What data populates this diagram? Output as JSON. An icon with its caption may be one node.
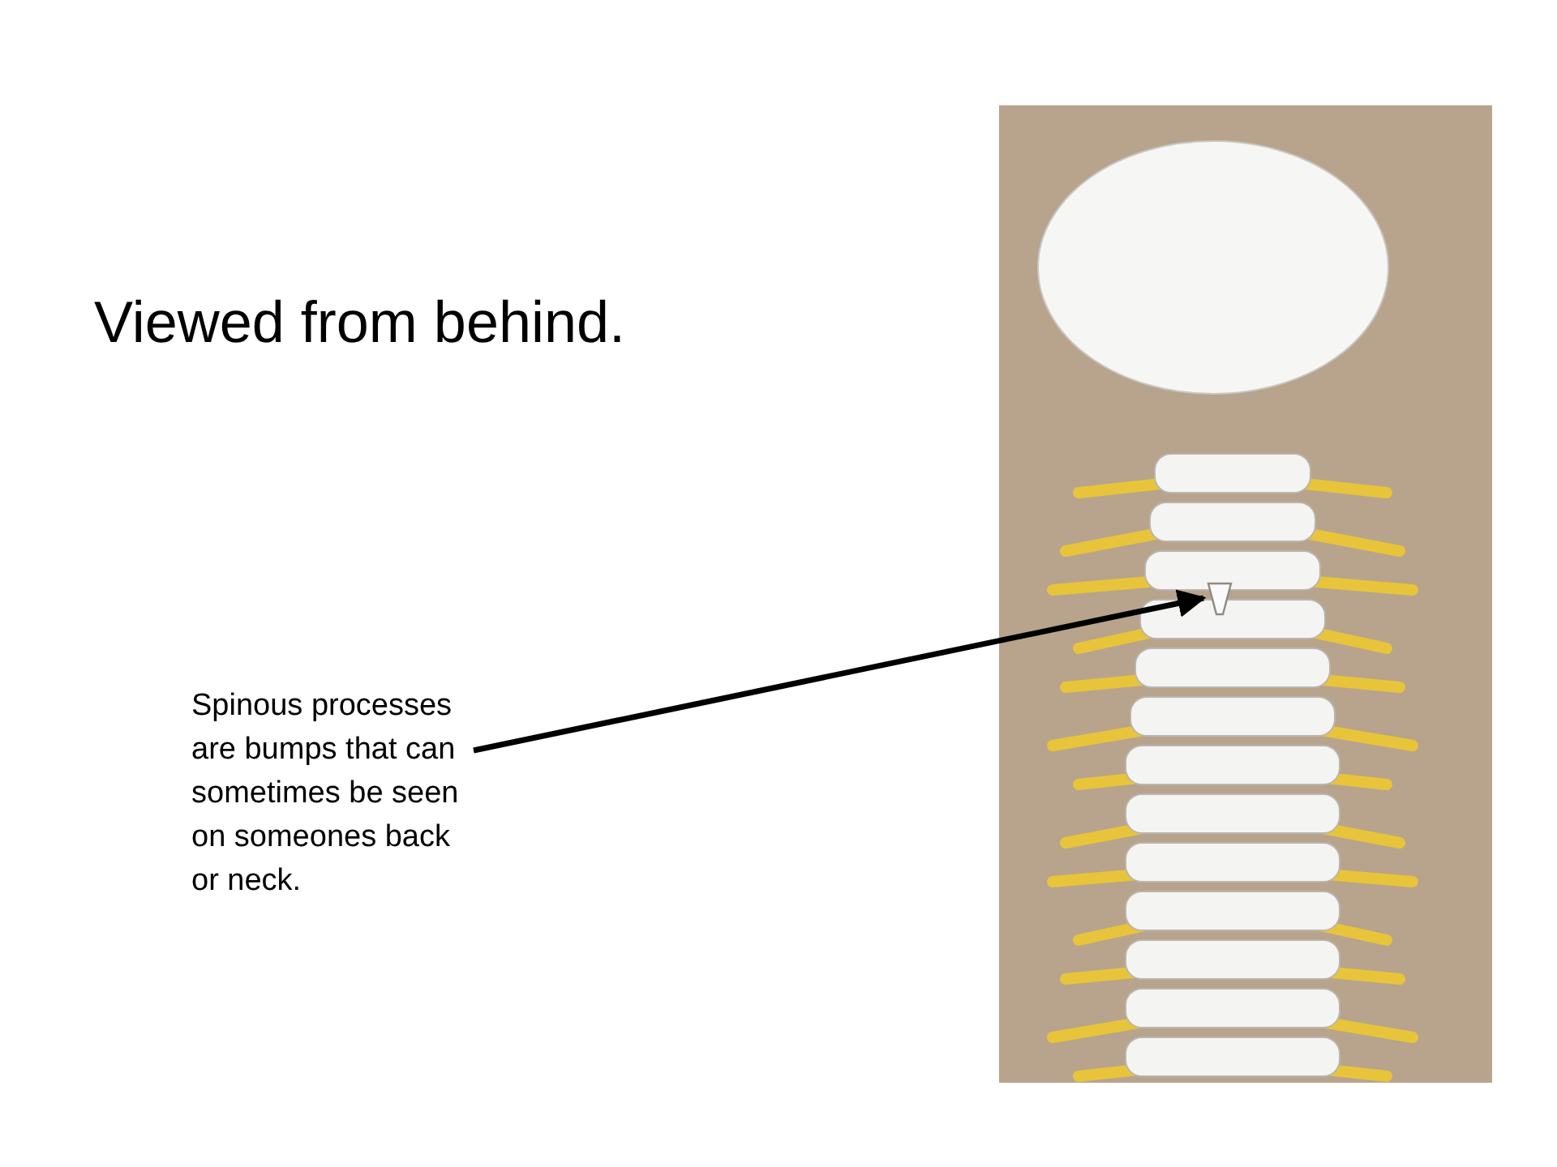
{
  "diagram": {
    "title": "Viewed from behind.",
    "nodes": [
      {
        "text": [
          "Spinous processes are bumps that can sometimes be seen on someones back or neck."
        ]
      },
      {
        "text": [],
        "shape": "picture"
      },
      {
        "text": [],
        "shape": "picture",
        "in": 1
      }
    ],
    "edges": [
      {
        "from": 0,
        "to": 2,
        "arrow": "to"
      }
    ]
  }
}
